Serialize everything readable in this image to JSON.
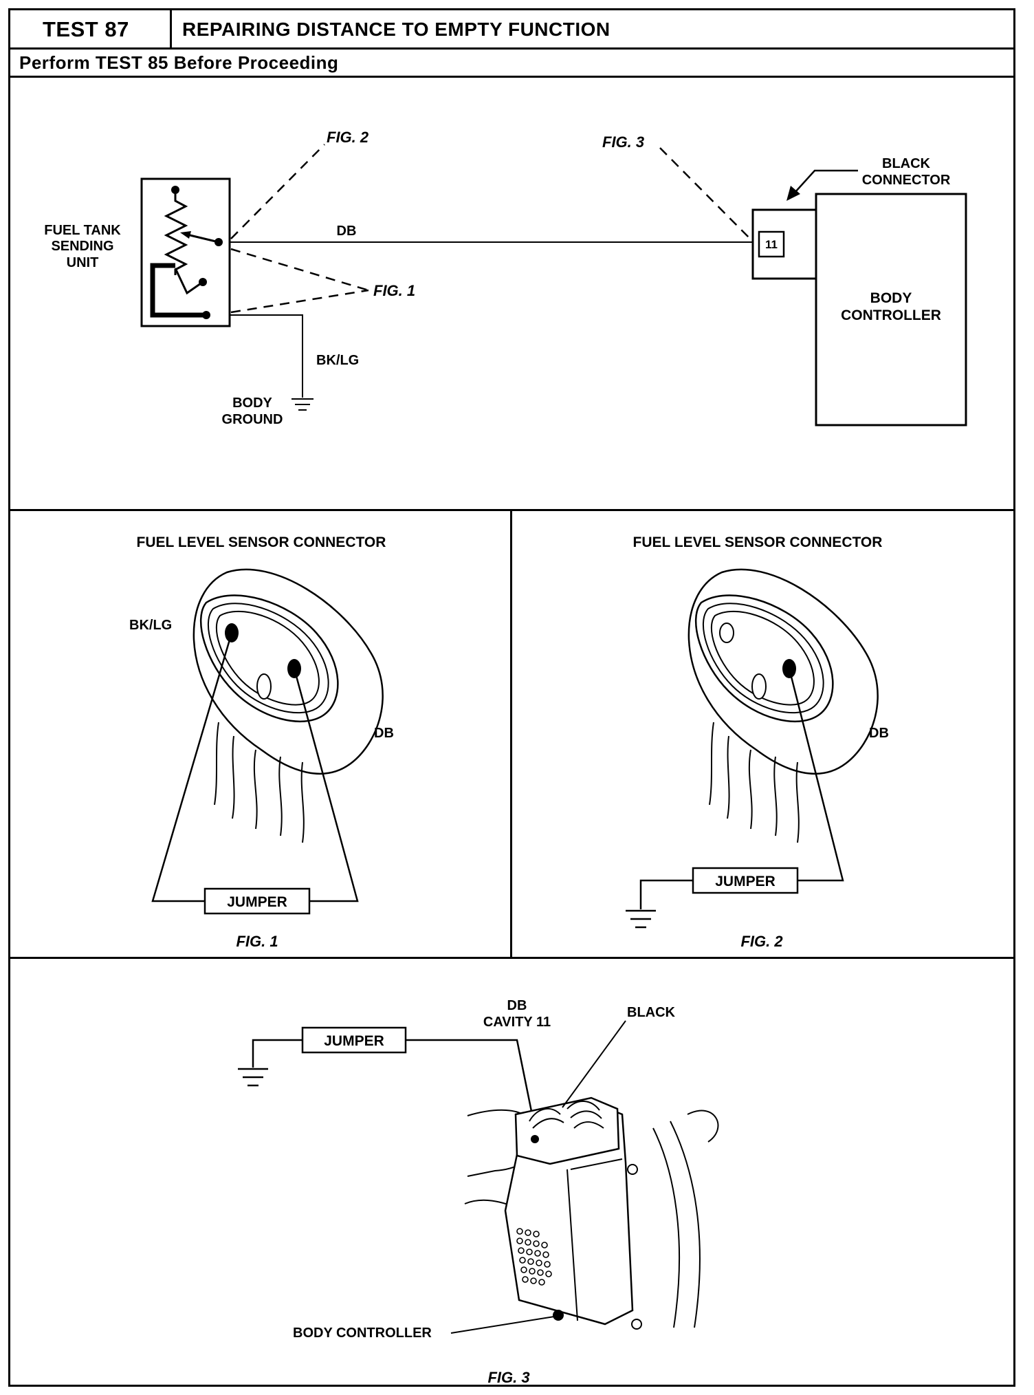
{
  "header": {
    "test_label": "TEST 87",
    "title": "REPAIRING DISTANCE TO EMPTY FUNCTION",
    "prerequisite": "Perform TEST 85 Before Proceeding"
  },
  "schematic": {
    "fig2_ref": "FIG. 2",
    "fig3_ref": "FIG. 3",
    "fig1_ref": "FIG. 1",
    "sending_unit_label": [
      "FUEL TANK",
      "SENDING",
      "UNIT"
    ],
    "wire_db": "DB",
    "wire_bklg": "BK/LG",
    "ground_label": [
      "BODY",
      "GROUND"
    ],
    "black_connector_label": [
      "BLACK",
      "CONNECTOR"
    ],
    "cavity_number": "11",
    "body_controller_label": [
      "BODY",
      "CONTROLLER"
    ]
  },
  "fig1": {
    "title": "FUEL LEVEL SENSOR CONNECTOR",
    "wire_bklg": "BK/LG",
    "wire_db": "DB",
    "jumper": "JUMPER",
    "caption": "FIG. 1"
  },
  "fig2": {
    "title": "FUEL LEVEL SENSOR CONNECTOR",
    "wire_db": "DB",
    "jumper": "JUMPER",
    "caption": "FIG. 2"
  },
  "fig3": {
    "jumper": "JUMPER",
    "cavity_label": [
      "DB",
      "CAVITY 11"
    ],
    "black_label": "BLACK",
    "body_controller": "BODY CONTROLLER",
    "caption": "FIG. 3"
  }
}
